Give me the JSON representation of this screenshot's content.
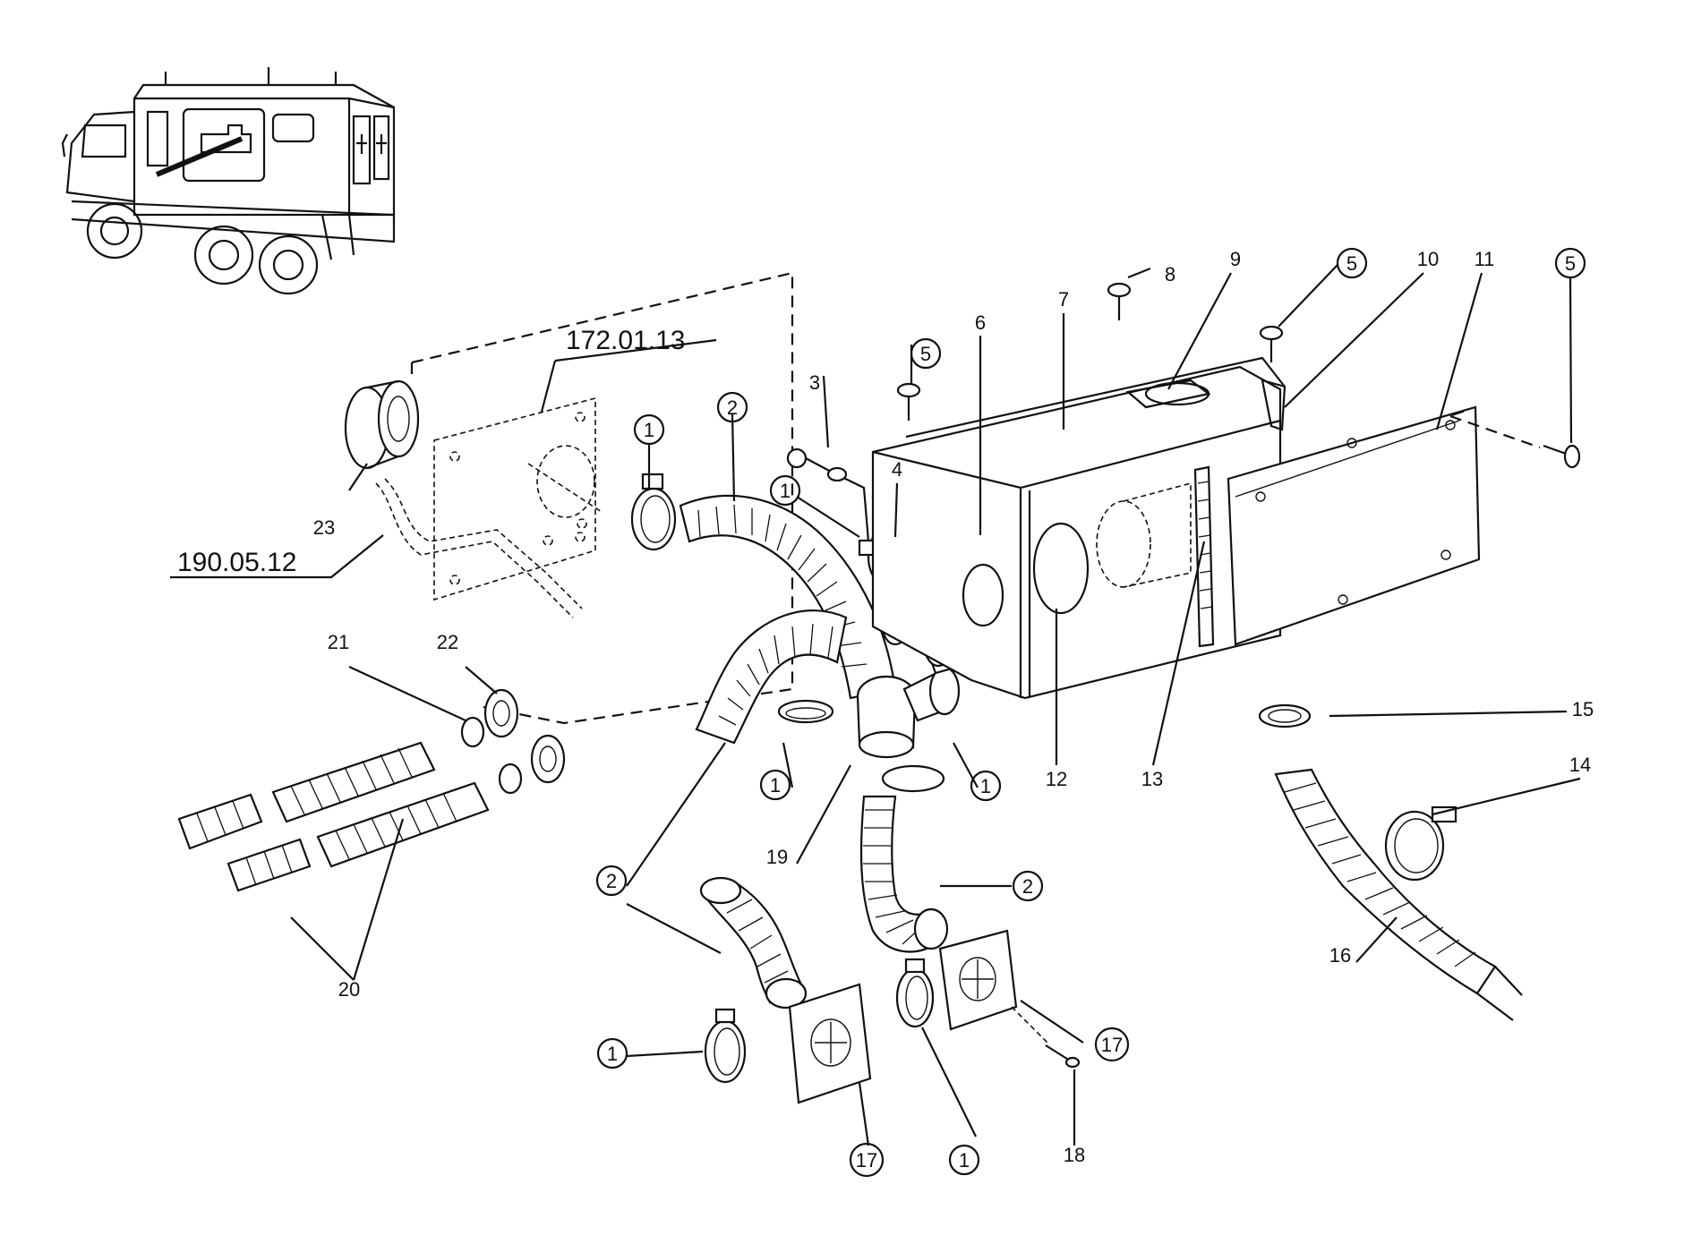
{
  "diagram": {
    "reference_codes": [
      "172.01.13",
      "190.05.12"
    ],
    "callouts": {
      "c1a": "1",
      "c1b": "1",
      "c1c": "1",
      "c1d": "1",
      "c1e": "1",
      "c1f": "1",
      "c2a": "2",
      "c2b": "2",
      "c2c": "2",
      "c3": "3",
      "c4": "4",
      "c5a": "5",
      "c5b": "5",
      "c5c": "5",
      "c6": "6",
      "c7": "7",
      "c8": "8",
      "c9": "9",
      "c10": "10",
      "c11": "11",
      "c12": "12",
      "c13": "13",
      "c14": "14",
      "c15": "15",
      "c16": "16",
      "c17a": "17",
      "c17b": "17",
      "c18": "18",
      "c19": "19",
      "c20": "20",
      "c21": "21",
      "c22": "22",
      "c23": "23"
    }
  }
}
